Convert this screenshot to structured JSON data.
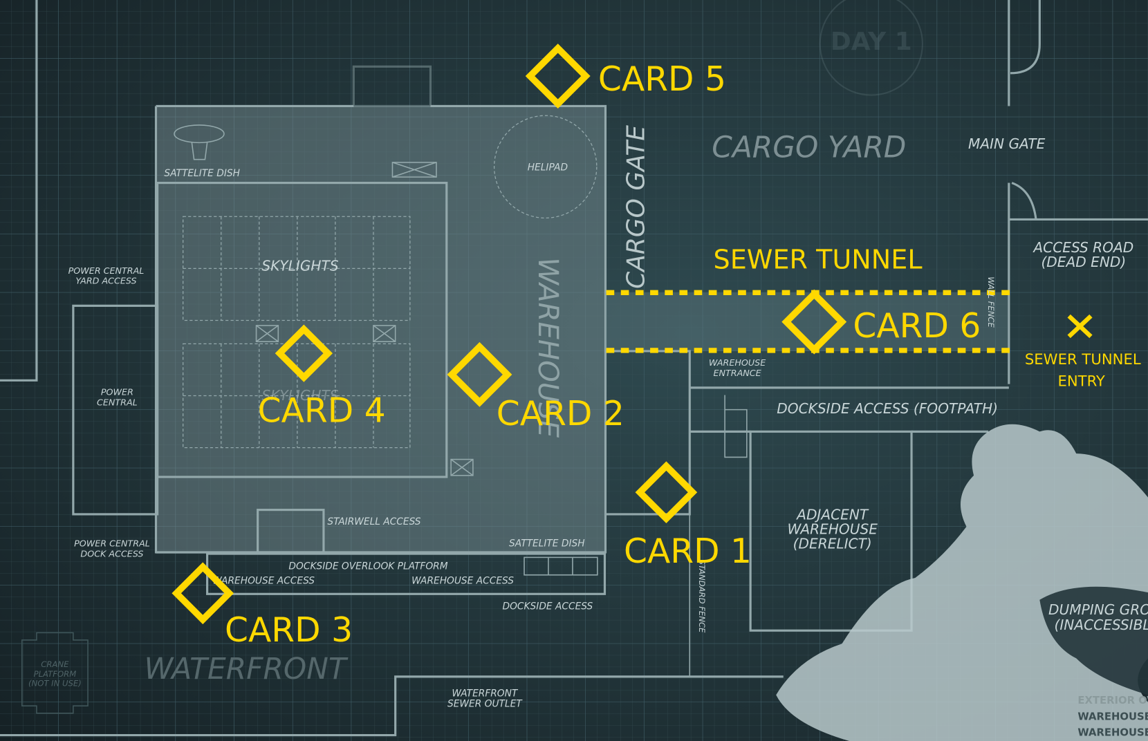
{
  "watermark": {
    "title": "DAY 1"
  },
  "cards": [
    {
      "label": "CARD 1"
    },
    {
      "label": "CARD 2"
    },
    {
      "label": "CARD 3"
    },
    {
      "label": "CARD 4"
    },
    {
      "label": "CARD 5"
    },
    {
      "label": "CARD 6"
    }
  ],
  "sewer": {
    "tunnel_label": "SEWER TUNNEL",
    "entry_line1": "SEWER TUNNEL",
    "entry_line2": "ENTRY"
  },
  "areas": {
    "cargo_yard": "CARGO YARD",
    "cargo_gate": "CARGO GATE",
    "main_gate": "MAIN GATE",
    "access_road_1": "ACCESS ROAD",
    "access_road_2": "(DEAD END)",
    "warehouse": "WAREHOUSE",
    "waterfront": "WATERFRONT",
    "helipad": "HELIPAD",
    "skylights_1": "SKYLIGHTS",
    "skylights_2": "SKYLIGHTS",
    "sat_dish_1": "SATTELITE DISH",
    "sat_dish_2": "SATTELITE DISH",
    "pc_yard_1": "POWER CENTRAL",
    "pc_yard_2": "YARD ACCESS",
    "pc_1": "POWER",
    "pc_2": "CENTRAL",
    "pc_dock_1": "POWER CENTRAL",
    "pc_dock_2": "DOCK ACCESS",
    "stairwell": "STAIRWELL ACCESS",
    "overlook": "DOCKSIDE OVERLOOK PLATFORM",
    "wh_access_1": "WAREHOUSE ACCESS",
    "wh_access_2": "WAREHOUSE ACCESS",
    "dockside_access": "DOCKSIDE ACCESS",
    "wh_entrance_1": "WAREHOUSE",
    "wh_entrance_2": "ENTRANCE",
    "footpath": "DOCKSIDE ACCESS (FOOTPATH)",
    "adj_1": "ADJACENT",
    "adj_2": "WAREHOUSE",
    "adj_3": "(DERELICT)",
    "standard_fence": "STANDARD FENCE",
    "wall_fence": "WALL FENCE",
    "dump_1": "DUMPING GROUND",
    "dump_2": "(INACCESSIBLE)",
    "crane_1": "CRANE",
    "crane_2": "PLATFORM",
    "crane_3": "(NOT IN USE)",
    "outlet_1": "WATERFRONT",
    "outlet_2": "SEWER OUTLET"
  },
  "legend": {
    "item_1": "EXTERIOR OVERVIEW",
    "item_2": "WAREHOUSE ROOF",
    "item_3": "WAREHOUSE TOP"
  },
  "colors": {
    "accent": "#ffd800",
    "background": "#1c2a2e"
  }
}
